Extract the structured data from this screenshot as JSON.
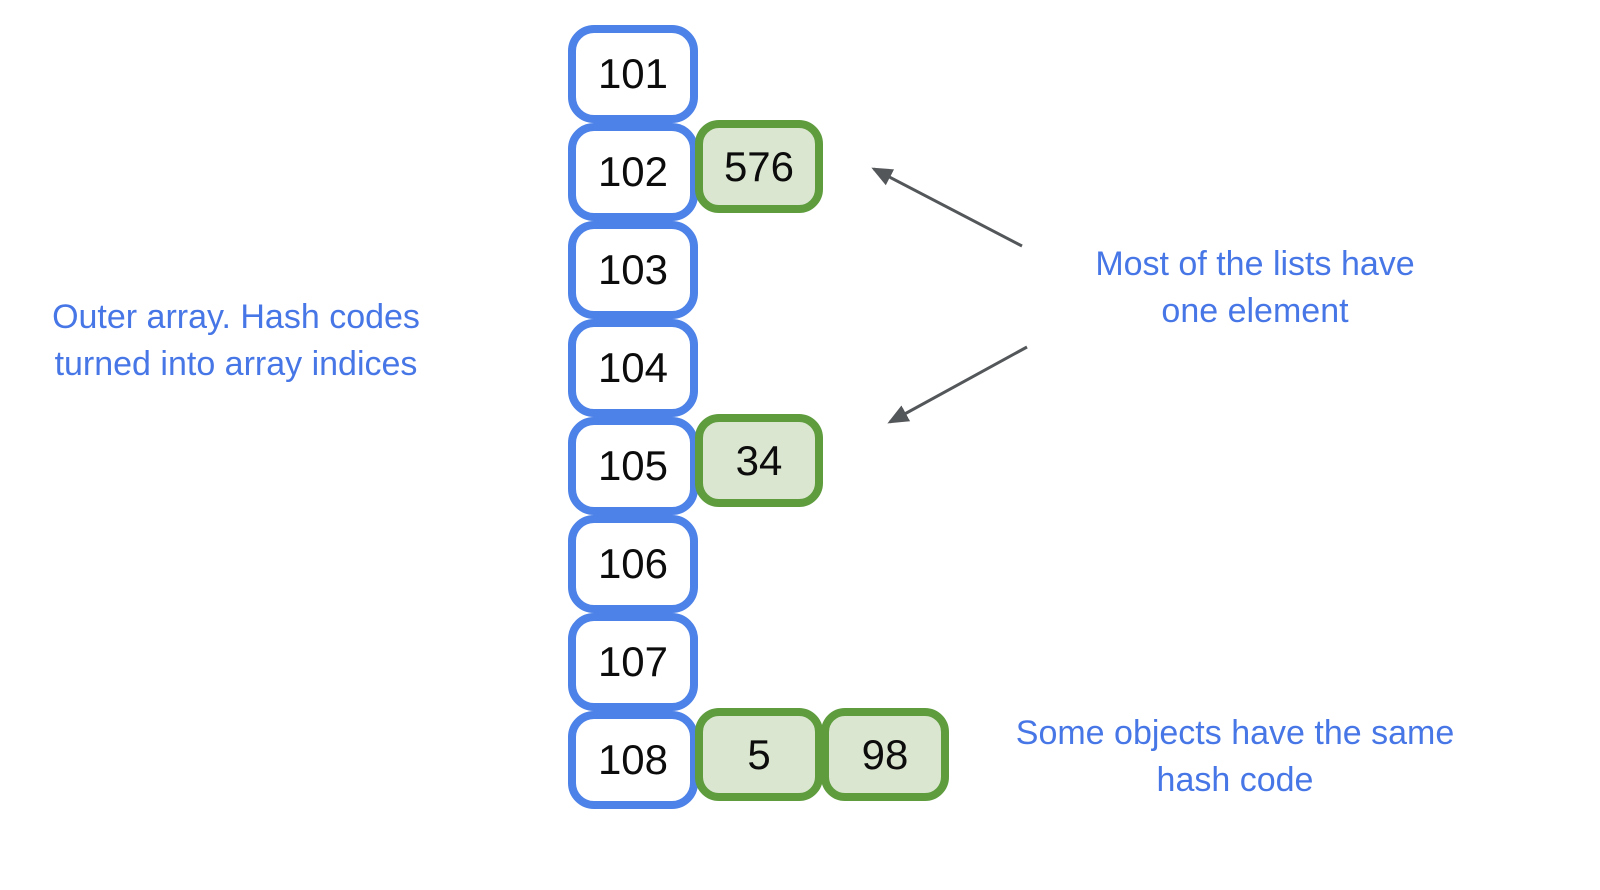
{
  "colors": {
    "array_box_border": "#4d82e8",
    "array_box_fill": "#ffffff",
    "bucket_border": "#5e9c3e",
    "bucket_fill": "#dae6cf",
    "number_text": "#0c0c0c",
    "caption_text": "#4776e6",
    "arrow": "#54575a",
    "canvas_bg": "#ffffff"
  },
  "outer_array": {
    "slots": [
      {
        "index": "101",
        "values": []
      },
      {
        "index": "102",
        "values": [
          "576"
        ]
      },
      {
        "index": "103",
        "values": []
      },
      {
        "index": "104",
        "values": []
      },
      {
        "index": "105",
        "values": [
          "34"
        ]
      },
      {
        "index": "106",
        "values": []
      },
      {
        "index": "107",
        "values": []
      },
      {
        "index": "108",
        "values": [
          "5",
          "98"
        ]
      }
    ]
  },
  "captions": {
    "outer_array": "Outer array. Hash codes\nturned into array indices",
    "single_element": "Most of the lists have\none element",
    "collision": "Some objects have the same\nhash code"
  }
}
